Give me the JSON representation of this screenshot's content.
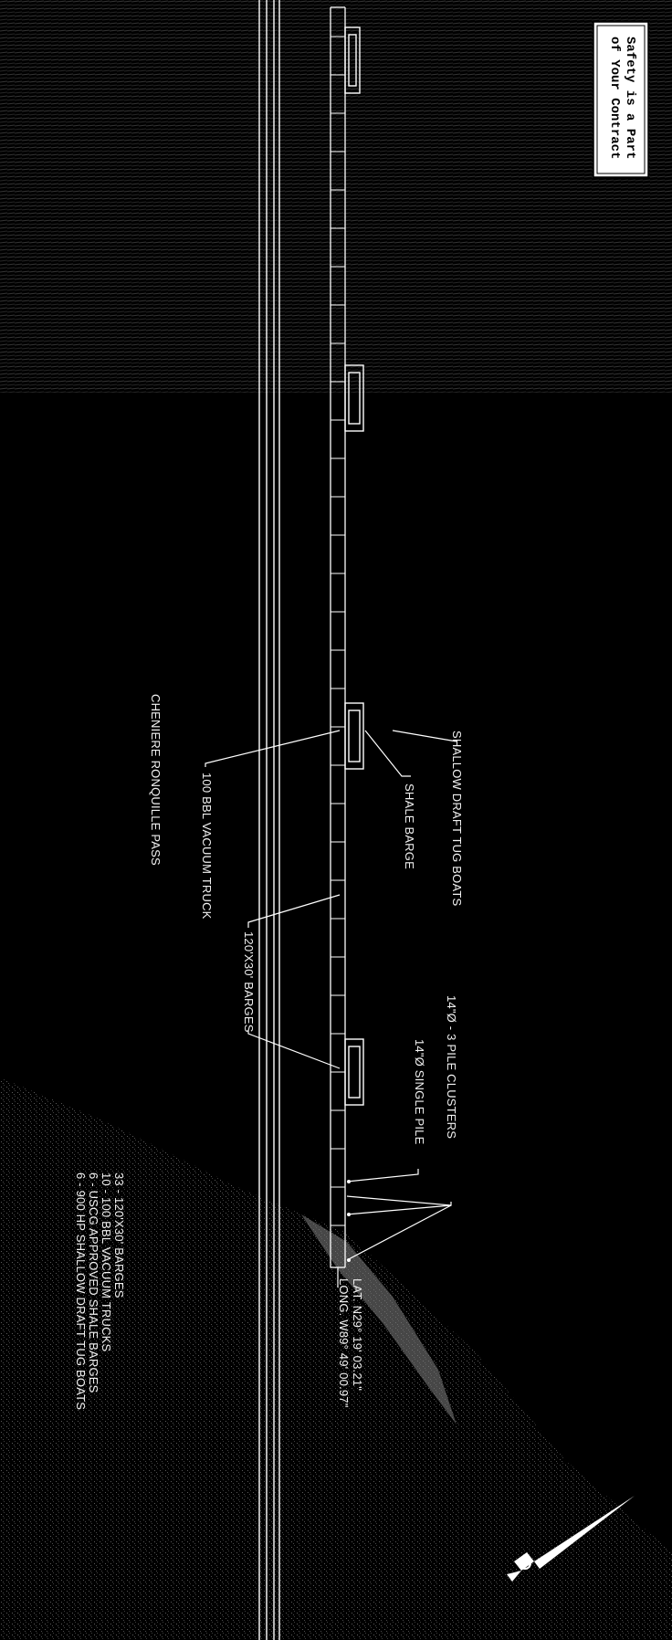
{
  "safety_sign": {
    "line1": "Safety is a Part",
    "line2": "of Your Contract"
  },
  "labels": {
    "tug_boats": "SHALLOW DRAFT TUG BOATS",
    "shale_barge": "SHALE BARGE",
    "vacuum_truck": "100 BBL VACUUM TRUCK",
    "pass_name": "CHENIERE RONQUILLE PASS",
    "barges": "120'X30' BARGES",
    "pile_clusters": "14\"Ø - 3 PILE CLUSTERS",
    "single_pile": "14\"Ø SINGLE PILE",
    "latitude": "LAT. N29° 19' 03.21\"",
    "longitude": "LONG. W89° 49' 00.97\""
  },
  "equipment_list": [
    "33 - 120'X30' BARGES",
    "10 - 100 BBL VACUUM TRUCKS",
    "6 - USCG APPROVED SHALE BARGES",
    "6 - 900 HP SHALLOW DRAFT TUG BOATS"
  ],
  "north_arrow_icon": "north-arrow-icon",
  "colors": {
    "background": "#000000",
    "linework": "#ffffff",
    "sign_bg": "#ffffff",
    "sign_text": "#000000"
  }
}
